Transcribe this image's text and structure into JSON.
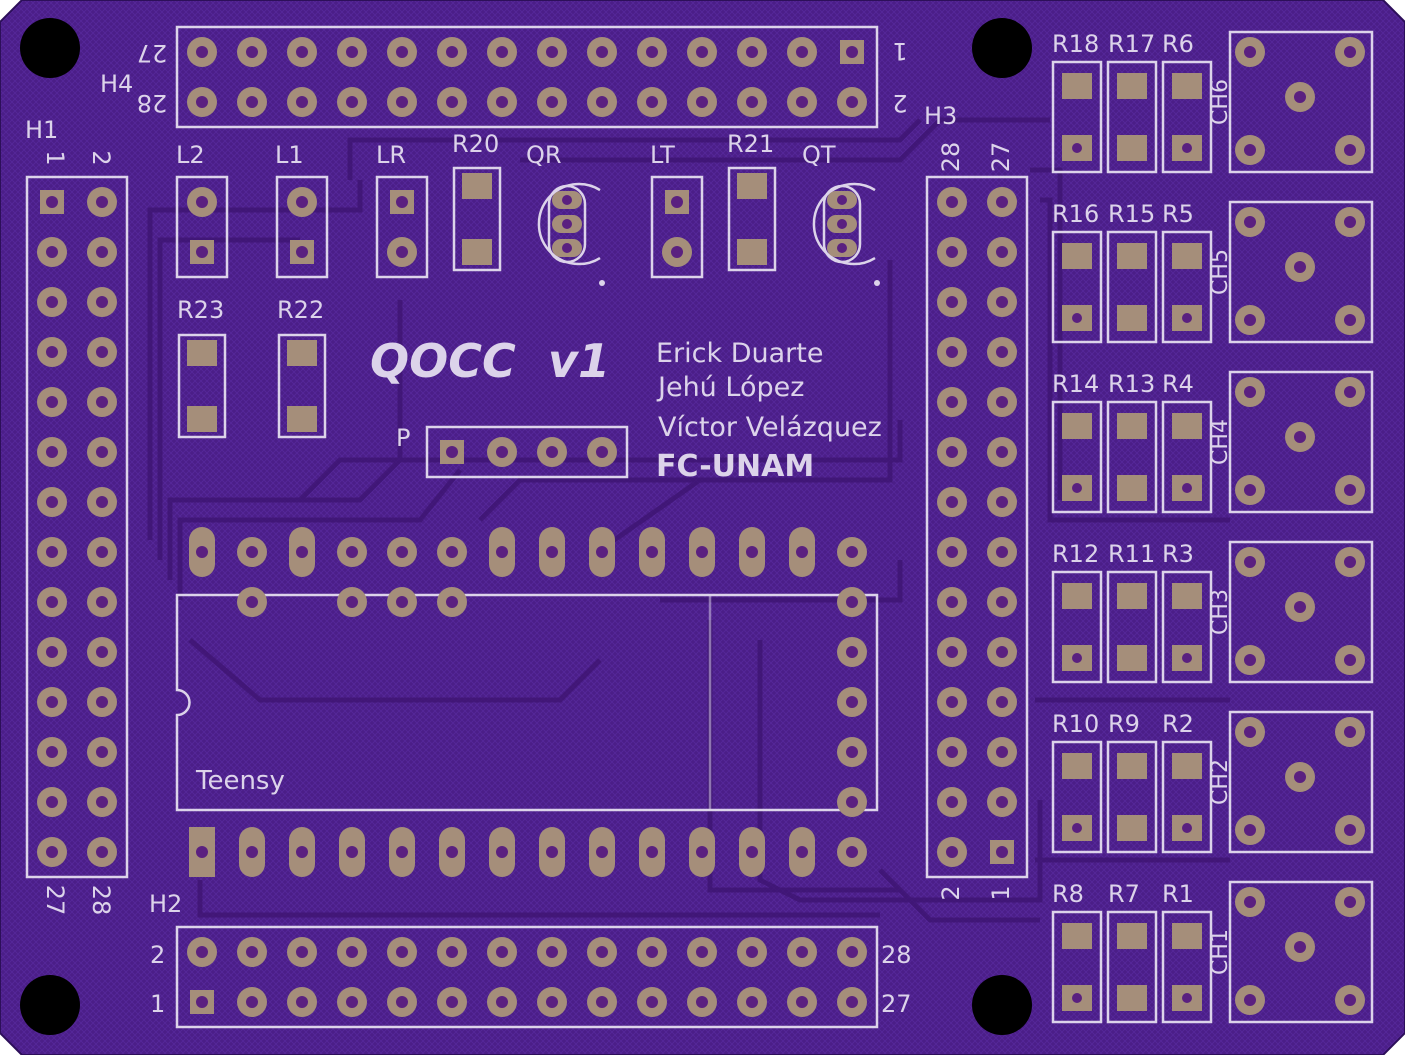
{
  "board": {
    "colors": {
      "substrate": "#4a1d86",
      "substrate_edge": "#2d0f5a",
      "trace": "#5a2a9a",
      "pad": "#a58e7a",
      "hole": "#5a2080",
      "silk": "#dcd3ea",
      "mount_hole": "#000000"
    },
    "title": "QOCC",
    "version": "v1",
    "authors": [
      "Erick Duarte",
      "Jehú López",
      "Víctor Velázquez"
    ],
    "institution": "FC-UNAM",
    "mcu_label": "Teensy",
    "headers": {
      "h1": {
        "name": "H1",
        "pin_a": "1",
        "pin_b": "2",
        "pin_c": "27",
        "pin_d": "28"
      },
      "h2": {
        "name": "H2",
        "pin_a": "2",
        "pin_b": "1",
        "pin_c": "28",
        "pin_d": "27"
      },
      "h3": {
        "name": "H3",
        "pin_a": "28",
        "pin_b": "27",
        "pin_c": "2",
        "pin_d": "1"
      },
      "h4": {
        "name": "H4",
        "pin_a": "27",
        "pin_b": "28",
        "pin_c": "1",
        "pin_d": "2"
      },
      "p": {
        "name": "P"
      }
    },
    "leds": [
      "L2",
      "L1",
      "LR",
      "LT"
    ],
    "resistors_top": [
      "R20",
      "R21",
      "R23",
      "R22"
    ],
    "transistors": [
      "QR",
      "QT"
    ],
    "channels": [
      {
        "name": "CH6",
        "r": [
          "R18",
          "R17",
          "R6"
        ]
      },
      {
        "name": "CH5",
        "r": [
          "R16",
          "R15",
          "R5"
        ]
      },
      {
        "name": "CH4",
        "r": [
          "R14",
          "R13",
          "R4"
        ]
      },
      {
        "name": "CH3",
        "r": [
          "R12",
          "R11",
          "R3"
        ]
      },
      {
        "name": "CH2",
        "r": [
          "R10",
          "R9",
          "R2"
        ]
      },
      {
        "name": "CH1",
        "r": [
          "R8",
          "R7",
          "R1"
        ]
      }
    ]
  }
}
